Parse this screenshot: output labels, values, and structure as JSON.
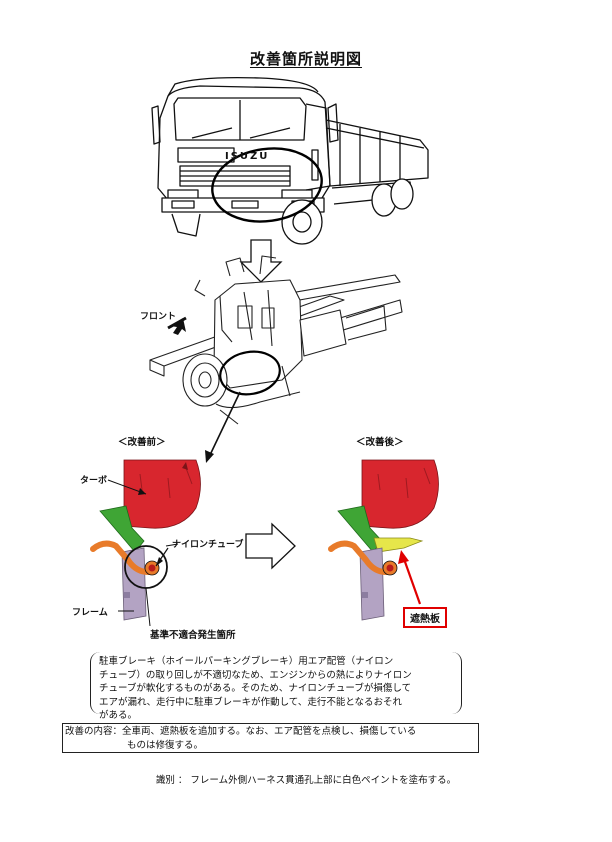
{
  "title": "改善箇所説明図",
  "truck_brand": "ISUZU",
  "front_label": "フロント",
  "before_label": "＜改善前＞",
  "after_label": "＜改善後＞",
  "turbo_label": "ターボ",
  "nylon_tube_label": "ナイロンチューブ",
  "frame_label": "フレーム",
  "nonconformity_label": "基準不適合発生箇所",
  "heat_shield_label": "遮熱板",
  "description": {
    "lines": [
      "駐車ブレーキ（ホイールパーキングブレーキ）用エア配管（ナイロン",
      "チューブ）の取り回しが不適切なため、エンジンからの熱によりナイロン",
      "チューブが軟化するものがある。そのため、ナイロンチューブが損傷して",
      "エアが漏れ、走行中に駐車ブレーキが作動して、走行不能となるおそれ",
      "がある。"
    ]
  },
  "remedy": {
    "line1": "改善の内容：全車両、遮熱板を追加する。なお、エア配管を点検し、損傷している",
    "line2": "ものは修復する。"
  },
  "identification": "識別 ： フレーム外側ハーネス貫通孔上部に白色ペイントを塗布する。",
  "colors": {
    "turbo": "#d8262e",
    "bracket": "#3fa535",
    "tube": "#e87b2a",
    "frame": "#b3a3c3",
    "shield": "#e6e64a",
    "accent": "#e00000"
  }
}
